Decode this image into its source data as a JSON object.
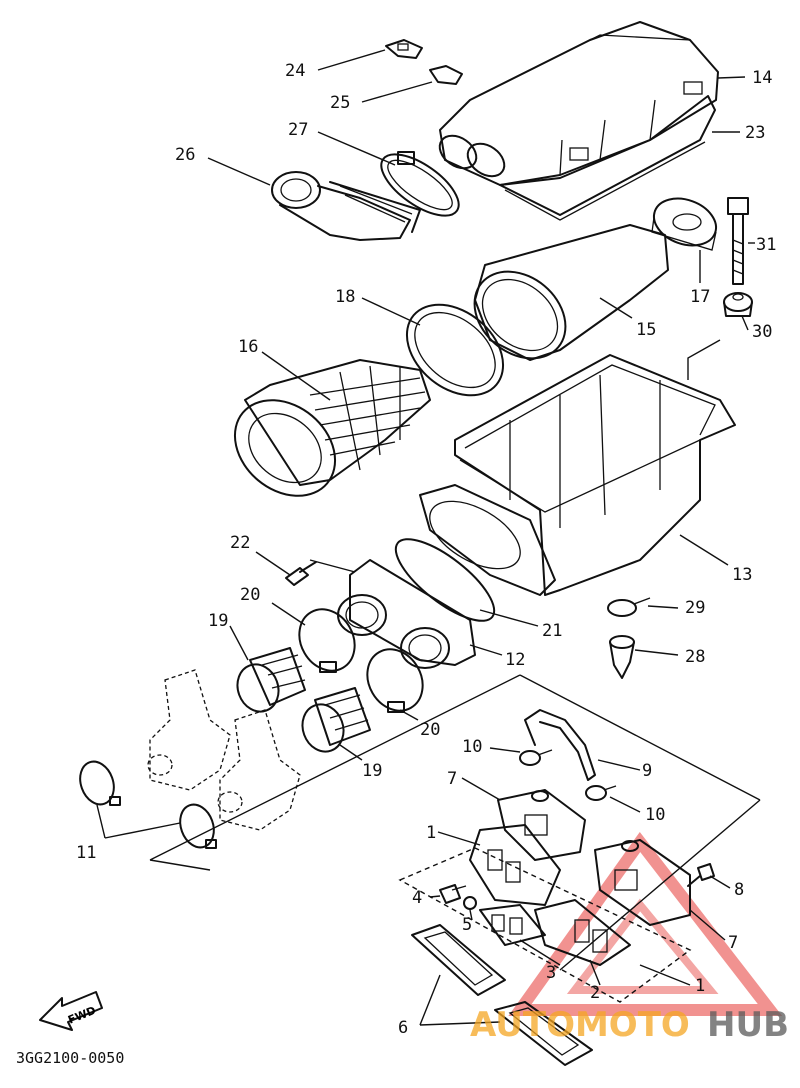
{
  "diagram_code": "3GG2100-0050",
  "fwd_label": "FWD",
  "watermark": {
    "part1": "AUTOMOTO",
    "part2": "HUB",
    "color1": "#f5a623",
    "color2": "#5a5a5a",
    "triangle_color": "#e53935"
  },
  "callouts": {
    "p1a": "1",
    "p1b": "1",
    "p2": "2",
    "p3": "3",
    "p4": "4",
    "p5": "5",
    "p6": "6",
    "p7a": "7",
    "p7b": "7",
    "p8": "8",
    "p9": "9",
    "p10a": "10",
    "p10b": "10",
    "p11": "11",
    "p12": "12",
    "p13": "13",
    "p14": "14",
    "p15": "15",
    "p16": "16",
    "p17": "17",
    "p18": "18",
    "p19a": "19",
    "p19b": "19",
    "p20a": "20",
    "p20b": "20",
    "p21": "21",
    "p22": "22",
    "p23": "23",
    "p24": "24",
    "p25": "25",
    "p26": "26",
    "p27": "27",
    "p28": "28",
    "p29": "29",
    "p30": "30",
    "p31": "31"
  }
}
